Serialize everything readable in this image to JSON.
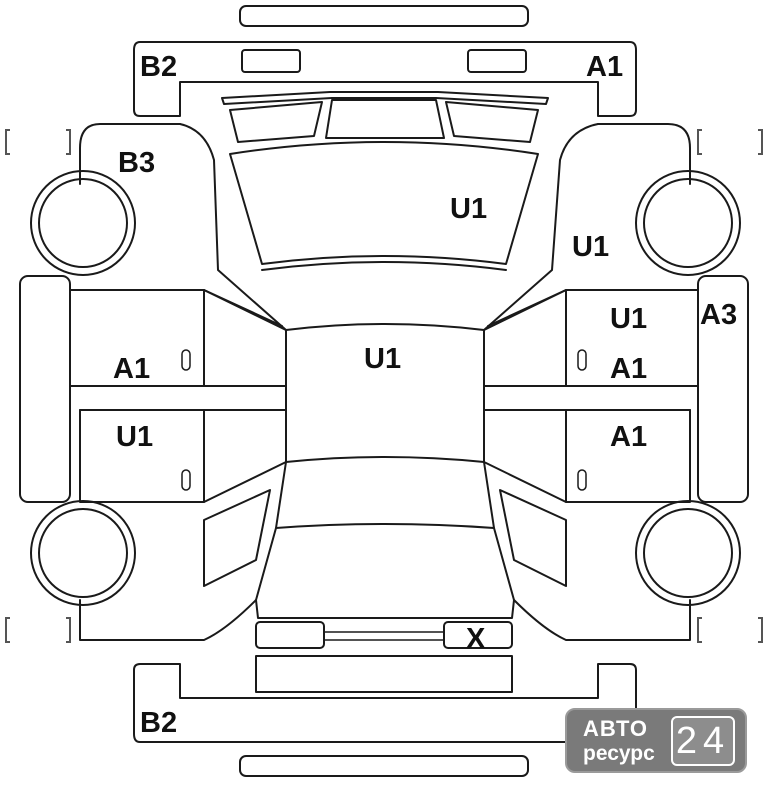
{
  "damage_codes": {
    "rear_bumper": "B2",
    "rear_right": "A1",
    "rear_left_fender": "B3",
    "roof": "U1",
    "right_rear_fender": "U1",
    "right_rear_door": "U1",
    "right_side_strip": "A3",
    "left_rear_door": "A1",
    "cabin_roof": "U1",
    "right_rear_door_lower": "A1",
    "left_front_door": "U1",
    "right_front_door": "A1",
    "front_plate": "X",
    "front_bumper": "B2"
  },
  "watermark": {
    "top": "АВТО",
    "bottom": "ресурс",
    "number": "24"
  },
  "colors": {
    "line": "#1a1a1a",
    "watermark_bg": "#7a7a7a"
  }
}
